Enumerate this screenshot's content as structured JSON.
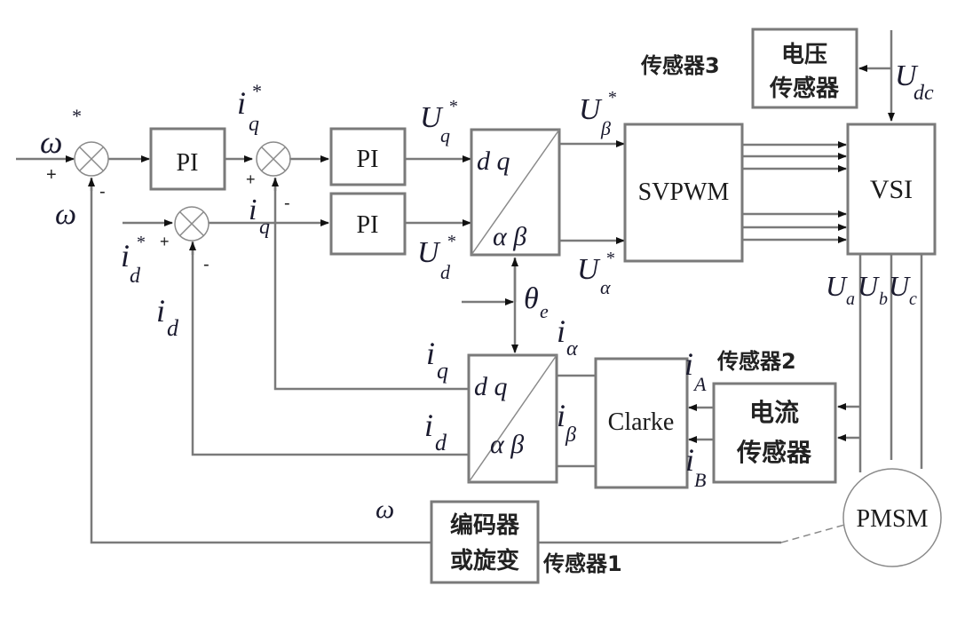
{
  "diagram": {
    "title": "PMSM field-oriented control block diagram",
    "blocks": {
      "pi_speed": "PI",
      "pi_q": "PI",
      "pi_d": "PI",
      "park_inv_top": "d q",
      "park_inv_bottom": "α β",
      "park_top": "d q",
      "park_bottom": "α β",
      "svpwm": "SVPWM",
      "vsi": "VSI",
      "clarke": "Clarke",
      "voltage_sensor_line1": "电压",
      "voltage_sensor_line2": "传感器",
      "current_sensor_line1": "电流",
      "current_sensor_line2": "传感器",
      "encoder_line1": "编码器",
      "encoder_line2": "或旋变",
      "motor": "PMSM"
    },
    "labels": {
      "sensor3": "传感器3",
      "sensor2": "传感器2",
      "sensor1": "传感器1",
      "omega_ref": "ω",
      "omega_ref_sup": "*",
      "omega_fb": "ω",
      "omega_enc": "ω",
      "iq_ref": "i",
      "iq_ref_sub": "q",
      "iq_ref_sup": "*",
      "iq_err": "i",
      "iq_err_sub": "q",
      "id_ref": "i",
      "id_ref_sub": "d",
      "id_ref_sup": "*",
      "id_fb": "i",
      "id_fb_sub": "d",
      "uq_ref": "U",
      "uq_ref_sub": "q",
      "uq_ref_sup": "*",
      "ud_ref": "U",
      "ud_ref_sub": "d",
      "ud_ref_sup": "*",
      "ubeta_ref": "U",
      "ubeta_ref_sub": "β",
      "ubeta_ref_sup": "*",
      "ualpha_ref": "U",
      "ualpha_ref_sub": "α",
      "ualpha_ref_sup": "*",
      "theta_e": "θ",
      "theta_e_sub": "e",
      "iq_park": "i",
      "iq_park_sub": "q",
      "id_park": "i",
      "id_park_sub": "d",
      "ialpha": "i",
      "ialpha_sub": "α",
      "ibeta": "i",
      "ibeta_sub": "β",
      "iA": "i",
      "iA_sub": "A",
      "iB": "i",
      "iB_sub": "B",
      "udc": "U",
      "udc_sub": "dc",
      "ua": "U",
      "ua_sub": "a",
      "ub": "U",
      "ub_sub": "b",
      "uc": "U",
      "uc_sub": "c",
      "plus": "+",
      "minus": "-"
    }
  }
}
